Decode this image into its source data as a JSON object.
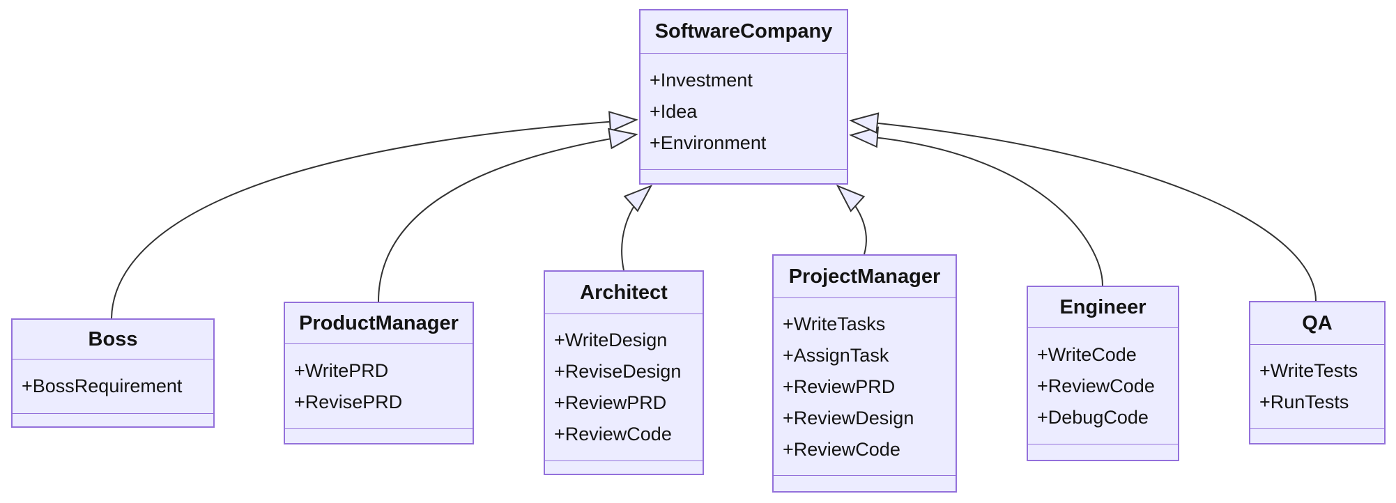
{
  "diagram": {
    "type": "uml-class-diagram",
    "classes": [
      {
        "name": "SoftwareCompany",
        "members": [
          "+Investment",
          "+Idea",
          "+Environment"
        ]
      },
      {
        "name": "Boss",
        "members": [
          "+BossRequirement"
        ]
      },
      {
        "name": "ProductManager",
        "members": [
          "+WritePRD",
          "+RevisePRD"
        ]
      },
      {
        "name": "Architect",
        "members": [
          "+WriteDesign",
          "+ReviseDesign",
          "+ReviewPRD",
          "+ReviewCode"
        ]
      },
      {
        "name": "ProjectManager",
        "members": [
          "+WriteTasks",
          "+AssignTask",
          "+ReviewPRD",
          "+ReviewDesign",
          "+ReviewCode"
        ]
      },
      {
        "name": "Engineer",
        "members": [
          "+WriteCode",
          "+ReviewCode",
          "+DebugCode"
        ]
      },
      {
        "name": "QA",
        "members": [
          "+WriteTests",
          "+RunTests"
        ]
      }
    ],
    "relations": [
      {
        "from": "Boss",
        "to": "SoftwareCompany",
        "type": "inheritance"
      },
      {
        "from": "ProductManager",
        "to": "SoftwareCompany",
        "type": "inheritance"
      },
      {
        "from": "Architect",
        "to": "SoftwareCompany",
        "type": "inheritance"
      },
      {
        "from": "ProjectManager",
        "to": "SoftwareCompany",
        "type": "inheritance"
      },
      {
        "from": "Engineer",
        "to": "SoftwareCompany",
        "type": "inheritance"
      },
      {
        "from": "QA",
        "to": "SoftwareCompany",
        "type": "inheritance"
      }
    ],
    "colors": {
      "node_fill": "#ECECFF",
      "node_border": "#9370DB",
      "edge_line": "#333333",
      "text": "#131313",
      "background": "#FFFFFF"
    }
  }
}
